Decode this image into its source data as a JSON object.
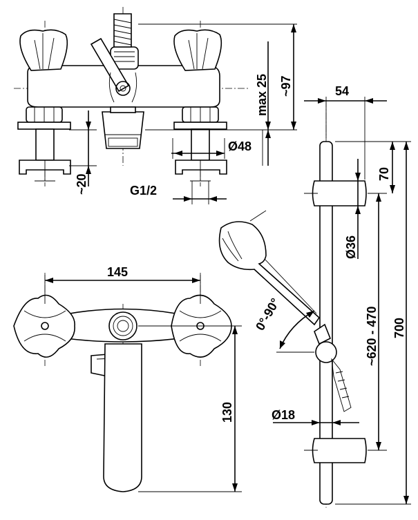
{
  "drawing": {
    "title": "Bath mixer with shower set – dimensional drawing",
    "dimensions": {
      "max_height": "max 25",
      "height": "~97",
      "projection": "54",
      "connection_thread": "G1/2",
      "rosette_diameter": "Ø48",
      "connection_offset": "~20",
      "holder_distance": "70",
      "holder_diameter": "Ø36",
      "slide_range": "~620 - 470",
      "bar_length": "700",
      "centres": "145",
      "spout_length": "130",
      "rotation_angle": "0°-90°",
      "bar_diameter": "Ø18"
    }
  }
}
